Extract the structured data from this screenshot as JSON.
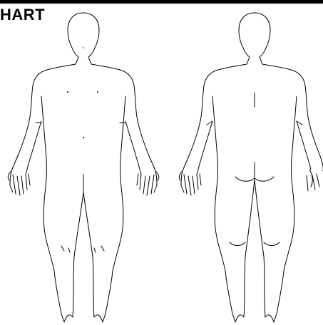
{
  "header": {
    "title": "HART"
  },
  "figures": {
    "front": {
      "icon": "body-front-outline"
    },
    "back": {
      "icon": "body-back-outline"
    }
  }
}
